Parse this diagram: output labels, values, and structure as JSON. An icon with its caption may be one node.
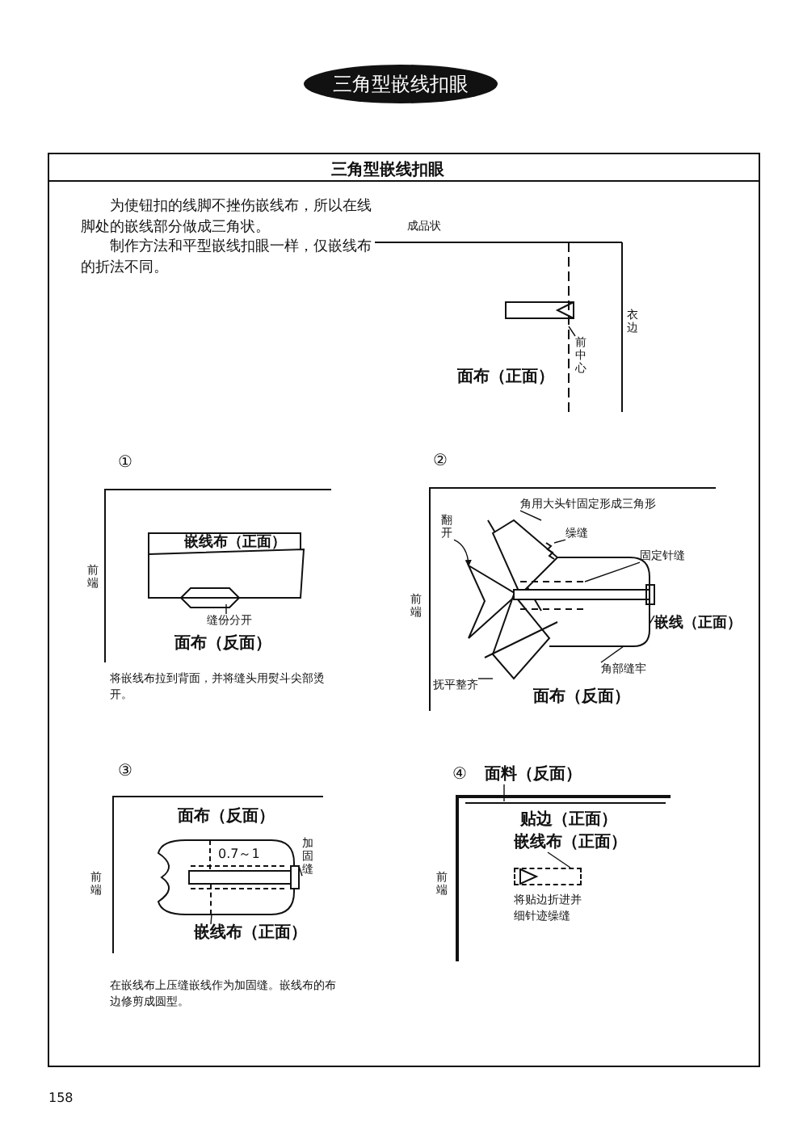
{
  "diagram": {
    "title": "三角型嵌线扣眼",
    "nodes": [
      {
        "text": [
          "前中心"
        ]
      },
      {
        "text": [
          "缝份分开"
        ]
      },
      {
        "text": [
          "角用大头针固定形成三角形"
        ]
      },
      {
        "text": [
          "翻开"
        ]
      },
      {
        "text": [
          "缲缝"
        ]
      },
      {
        "text": [
          "固定针缝"
        ]
      },
      {
        "text": [
          "嵌线（正面）"
        ]
      },
      {
        "text": [
          "角部缝牢"
        ]
      },
      {
        "text": [
          "抚平整齐"
        ]
      },
      {
        "text": [
          "加固缝"
        ]
      },
      {
        "text": [
          "嵌线布（正面）"
        ]
      },
      {
        "text": [
          "面料（反面）"
        ]
      },
      {
        "text": [
          "嵌线布（正面）"
        ]
      },
      {
        "text": [],
        "shape": "line"
      },
      {
        "text": [],
        "shape": "box"
      },
      {
        "text": [],
        "shape": "line"
      },
      {
        "text": [],
        "shape": "triangle"
      },
      {
        "text": [],
        "shape": "triangle"
      },
      {
        "text": [],
        "shape": "line"
      },
      {
        "text": [],
        "shape": "line"
      },
      {
        "text": [],
        "shape": "box"
      },
      {
        "text": [],
        "shape": "box"
      }
    ],
    "edges": [
      {
        "from": 0,
        "to": null,
        "arrow": "none"
      },
      {
        "from": 1,
        "to": null,
        "arrow": "none"
      },
      {
        "from": 2,
        "to": 15,
        "arrow": "none"
      },
      {
        "from": 3,
        "to": 16,
        "arrow": "to"
      },
      {
        "from": 4,
        "to": 18,
        "arrow": "none"
      },
      {
        "from": 5,
        "to": 19,
        "arrow": "none"
      },
      {
        "from": 6,
        "to": 20,
        "arrow": "none"
      },
      {
        "from": 7,
        "to": 20,
        "arrow": "none"
      },
      {
        "from": 8,
        "to": 17,
        "arrow": "none"
      },
      {
        "from": 9,
        "to": 21,
        "arrow": "none"
      },
      {
        "from": 10,
        "to": 13,
        "arrow": "none"
      },
      {
        "from": 11,
        "to": null,
        "arrow": "none"
      },
      {
        "from": 12,
        "to": 14,
        "arrow": "none"
      }
    ],
    "labels": [
      "三角型嵌线扣眼",
      "为使钮扣的线脚不挫伤嵌线布，所以在线脚处的嵌线部分做成三角状。",
      "制作方法和平型嵌线扣眼一样，仅嵌线布的折法不同。",
      "成品状",
      "衣边",
      "面布（正面）",
      "①",
      "嵌线布（正面）",
      "前端",
      "面布（反面）",
      "将嵌线布拉到背面，并将缝头用熨斗尖部烫开。",
      "②",
      "前端",
      "面布（反面）",
      "③",
      "面布（反面）",
      "0.7～1",
      "前端",
      "在嵌线布上压缝嵌线作为加固缝。嵌线布的布边修剪成圆型。",
      "④",
      "贴边（正面）",
      "前端",
      "将贴边折进并细针迹缲缝",
      "158"
    ]
  }
}
